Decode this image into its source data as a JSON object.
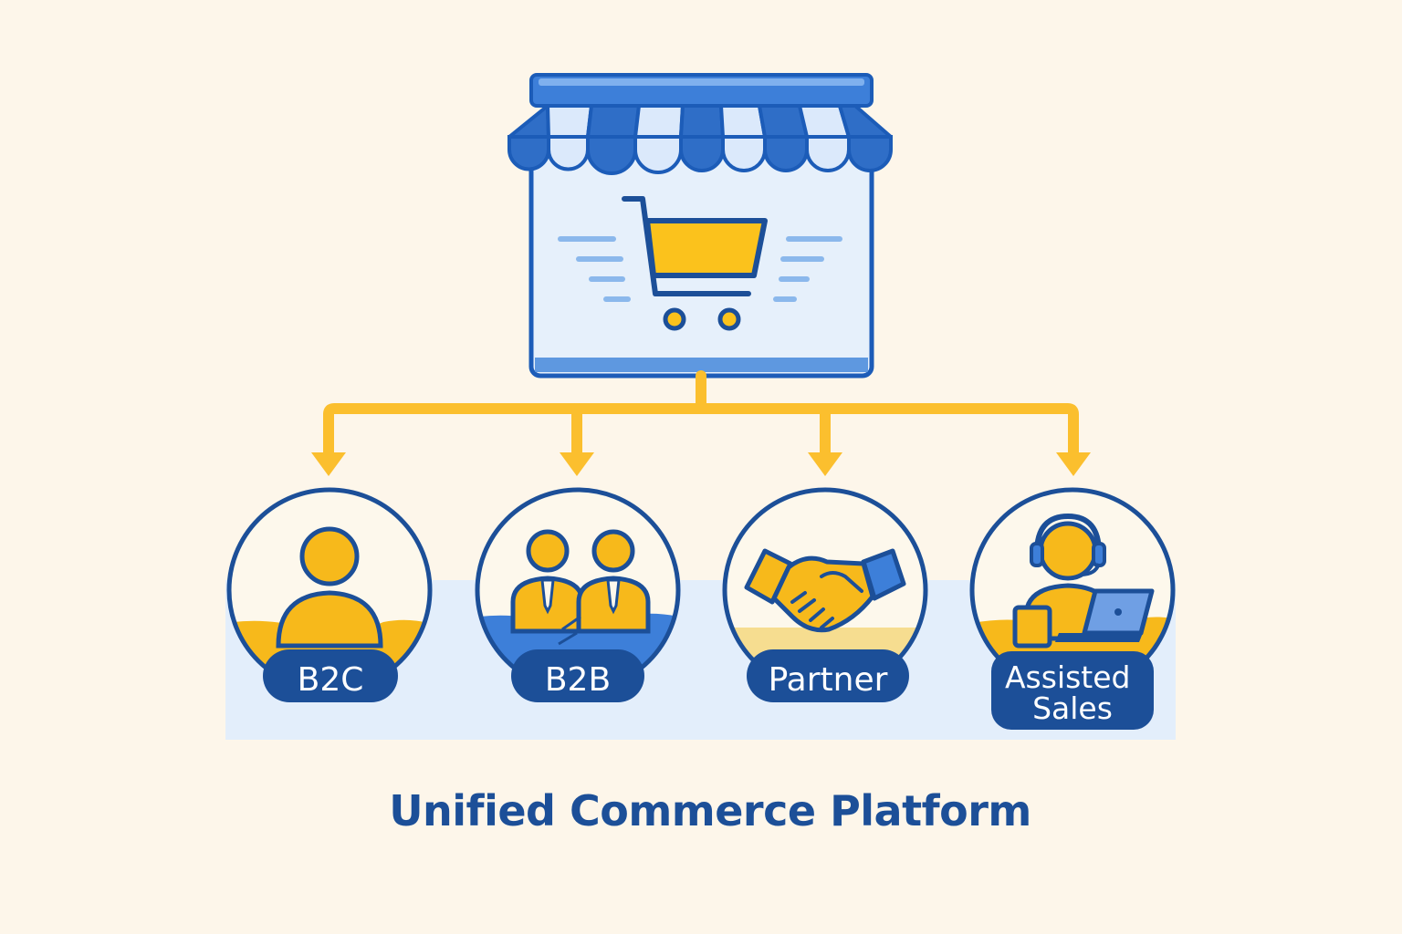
{
  "title": "Unified Commerce Platform",
  "hub": {
    "icon": "storefront-shopping-cart-icon"
  },
  "channels": [
    {
      "label": "B2C",
      "icon": "person-icon"
    },
    {
      "label": "B2B",
      "icon": "business-people-icon"
    },
    {
      "label": "Partner",
      "icon": "handshake-icon"
    },
    {
      "label": "Assisted Sales",
      "label_lines": [
        "Assisted",
        "Sales"
      ],
      "icon": "support-agent-laptop-icon"
    }
  ],
  "colors": {
    "background": "#fdf6ea",
    "brand_blue": "#1c4f98",
    "accent_blue": "#3d7fd9",
    "light_blue": "#e3eefb",
    "accent_yellow": "#f7b91b",
    "connector_yellow": "#fbbf2e"
  }
}
